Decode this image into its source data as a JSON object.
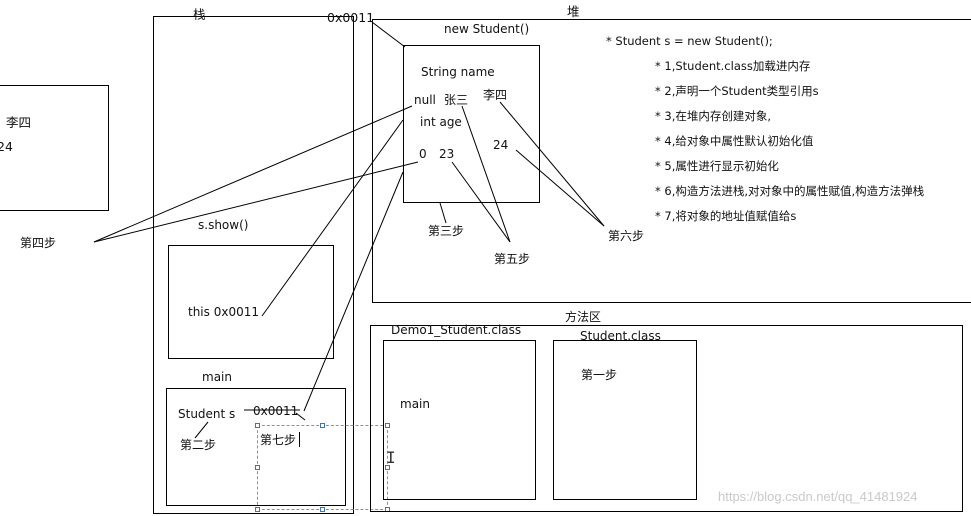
{
  "stack": {
    "title": "栈",
    "show_frame_label": "s.show()",
    "this_ref": "this 0x0011",
    "main_frame_label": "main",
    "var_s": "Student s",
    "var_addr": "0x0011",
    "step2": "第二步",
    "step7": "第七步"
  },
  "heap": {
    "title": "堆",
    "object_addr": "0x0011",
    "object_label": "new Student()",
    "field_name": "String name",
    "name_null": "null",
    "name_zhangsan": "张三",
    "name_lisi": "李四",
    "field_age": "int age",
    "age_zero": "0",
    "age_23": "23",
    "age_24": "24",
    "step3": "第三步",
    "step5": "第五步",
    "step6": "第六步"
  },
  "notes": [
    "* Student s = new Student();",
    "* 1,Student.class加载进内存",
    "* 2,声明一个Student类型引用s",
    "* 3,在堆内存创建对象,",
    "* 4,给对象中属性默认初始化值",
    "* 5,属性进行显示初始化",
    "* 6,构造方法进栈,对对象中的属性赋值,构造方法弹栈",
    "* 7,将对象的地址值赋值给s"
  ],
  "method_area": {
    "title": "方法区",
    "demo_class": "Demo1_Student.class",
    "demo_main": "main",
    "student_class": "Student.class",
    "step1": "第一步"
  },
  "left_partial": {
    "name": "李四",
    "age": "24",
    "step4": "第四步"
  },
  "watermark": "https://blog.csdn.net/qq_41481924"
}
